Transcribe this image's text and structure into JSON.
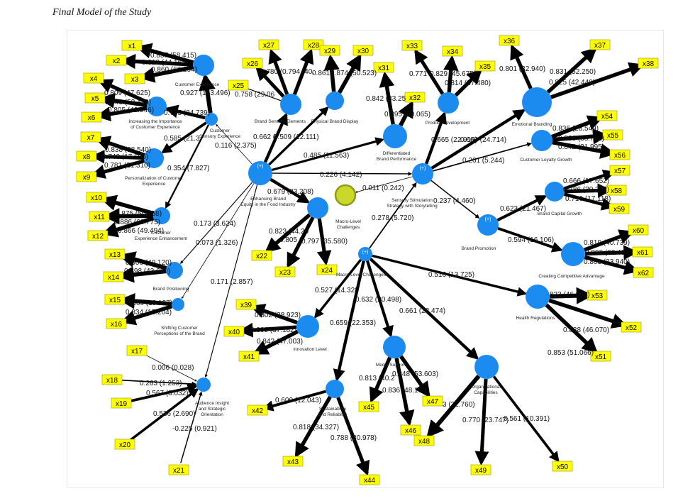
{
  "title": "Final Model of the Study",
  "colors": {
    "latent": "#1b8bf0",
    "indicator_box": "#ffff00",
    "macro_alt": "#c9d82a"
  },
  "latents": [
    {
      "id": "CE",
      "label": [
        "Customer Experience"
      ],
      "plus": false
    },
    {
      "id": "ICE",
      "label": [
        "Increasing the Importance",
        "of Customer Experience"
      ],
      "plus": false
    },
    {
      "id": "CSE",
      "label": [
        "Customer",
        "Sensory Experience"
      ],
      "plus": false
    },
    {
      "id": "PCE",
      "label": [
        "Personalization of Customer",
        "Experience"
      ],
      "plus": false
    },
    {
      "id": "CEE",
      "label": [
        "Customer",
        "Experience Enhancement"
      ],
      "plus": false
    },
    {
      "id": "BP",
      "label": [
        "Brand Positioning"
      ],
      "plus": false
    },
    {
      "id": "SCP",
      "label": [
        "Shifting Customer",
        "Perceptions of the Brand"
      ],
      "plus": false
    },
    {
      "id": "EBE",
      "label": [
        "Enhancing Brand",
        "Equity in the Food Industry"
      ],
      "plus": true
    },
    {
      "id": "BSE",
      "label": [
        "Brand Sensory Elements"
      ],
      "plus": false
    },
    {
      "id": "PD",
      "label": [
        "Physical Brand Display"
      ],
      "plus": false
    },
    {
      "id": "DBP",
      "label": [
        "Differentiated",
        "Brand Performance"
      ],
      "plus": false
    },
    {
      "id": "PDV",
      "label": [
        "Product Development"
      ],
      "plus": false
    },
    {
      "id": "SSS",
      "label": [
        "Sensory Stimulation",
        "Strategy with Storytelling"
      ],
      "plus": true
    },
    {
      "id": "EB",
      "label": [
        "Emotional Branding"
      ],
      "plus": false
    },
    {
      "id": "CLG",
      "label": [
        "Customer Loyalty Growth"
      ],
      "plus": false
    },
    {
      "id": "BCG",
      "label": [
        "Brand Capital Growth"
      ],
      "plus": false
    },
    {
      "id": "BPR",
      "label": [
        "Brand Promotion"
      ],
      "plus": true
    },
    {
      "id": "CCA",
      "label": [
        "Creating Competitive Advantage"
      ],
      "plus": false
    },
    {
      "id": "MLC1",
      "label": [
        "Macro-Level",
        "Challenges"
      ],
      "plus": false
    },
    {
      "id": "UNK",
      "label": [],
      "plus": false
    },
    {
      "id": "MLC",
      "label": [
        "Macro-Level Challenges"
      ],
      "plus": true
    },
    {
      "id": "HR",
      "label": [
        "Health Regulations"
      ],
      "plus": false
    },
    {
      "id": "IL",
      "label": [
        "Innovation Level"
      ],
      "plus": false
    },
    {
      "id": "MS",
      "label": [
        "Media Support"
      ],
      "plus": false
    },
    {
      "id": "OC",
      "label": [
        "Organizational",
        "Capabilities"
      ],
      "plus": false
    },
    {
      "id": "SR",
      "label": [
        "Sustainability",
        "and Reliability"
      ],
      "plus": false
    },
    {
      "id": "AIS",
      "label": [
        "Audience Insight",
        "and Strategic",
        "Orientation"
      ],
      "plus": false
    }
  ],
  "indicators": [
    {
      "id": "x1",
      "node": "CE",
      "coef": "0.857 (58.415)"
    },
    {
      "id": "x2",
      "node": "CE",
      "coef": "0.818 (44.167)"
    },
    {
      "id": "x3",
      "node": "CE",
      "coef": "0.860 (62.294)"
    },
    {
      "id": "x4",
      "node": "ICE",
      "coef": "0.809 (47.625)"
    },
    {
      "id": "x5",
      "node": "ICE",
      "coef": "0.848 (53.413)"
    },
    {
      "id": "x6",
      "node": "ICE",
      "coef": "0.805 (42.546)"
    },
    {
      "id": "x7",
      "node": "PCE",
      "coef": "0.838 (38.540)"
    },
    {
      "id": "x8",
      "node": "PCE",
      "coef": "0.743 (17.695)"
    },
    {
      "id": "x9",
      "node": "PCE",
      "coef": "0.781 (21.310)"
    },
    {
      "id": "x10",
      "node": "CEE",
      "coef": "0.875 (50.758)"
    },
    {
      "id": "x11",
      "node": "CEE",
      "coef": "0.886 (60.775)"
    },
    {
      "id": "x12",
      "node": "CEE",
      "coef": "0.866 (49.494)"
    },
    {
      "id": "x13",
      "node": "BP",
      "coef": "0.906 (49.120)"
    },
    {
      "id": "x14",
      "node": "BP",
      "coef": "0.898 (43.610)"
    },
    {
      "id": "x15",
      "node": "SCP",
      "coef": "0.869 (19.197)"
    },
    {
      "id": "x16",
      "node": "SCP",
      "coef": "0.834 (15.204)"
    },
    {
      "id": "x17",
      "node": "AIS",
      "coef": "0.006 (0.028)"
    },
    {
      "id": "x18",
      "node": "AIS",
      "coef": "0.263 (1.253)"
    },
    {
      "id": "x19",
      "node": "AIS",
      "coef": "0.567 (3.032)"
    },
    {
      "id": "x20",
      "node": "AIS",
      "coef": "0.536 (2.690)"
    },
    {
      "id": "x21",
      "node": "AIS",
      "coef": "-0.225 (0.921)"
    },
    {
      "id": "x22",
      "node": "UNK",
      "coef": "0.823 (44.29"
    },
    {
      "id": "x23",
      "node": "UNK",
      "coef": "0.805 ("
    },
    {
      "id": "x24",
      "node": "UNK",
      "coef": "0.797 (35.580)"
    },
    {
      "id": "x25",
      "node": "BSE",
      "coef": ""
    },
    {
      "id": "x26",
      "node": "BSE",
      "coef": "0.758 (29.06"
    },
    {
      "id": "x27",
      "node": "BSE",
      "coef": "0.780 ("
    },
    {
      "id": "x28",
      "node": "BSE",
      "coef": "0.794 (40."
    },
    {
      "id": "x29",
      "node": "PD",
      "coef": "0.861 ("
    },
    {
      "id": "x30",
      "node": "PD",
      "coef": "0.874 (50.523)"
    },
    {
      "id": "x31",
      "node": "DBP",
      "coef": "0.842 (33.25"
    },
    {
      "id": "x32",
      "node": "DBP",
      "coef": "0.895 (59.065)"
    },
    {
      "id": "x33",
      "node": "PDV",
      "coef": "0.771 ("
    },
    {
      "id": "x34",
      "node": "PDV",
      "coef": "0.829 (45.675)"
    },
    {
      "id": "x35",
      "node": "PDV",
      "coef": "0.814 (37.480)"
    },
    {
      "id": "x36",
      "node": "EB",
      "coef": "0.801 (32.940)"
    },
    {
      "id": "x37",
      "node": "EB",
      "coef": "0.831 (52.250)"
    },
    {
      "id": "x38",
      "node": "EB",
      "coef": "0.825 (42.440)"
    },
    {
      "id": "x39",
      "node": "IL",
      "coef": "0.802 (38.923)"
    },
    {
      "id": "x40",
      "node": "IL",
      "coef": "0.800 (37.182)"
    },
    {
      "id": "x41",
      "node": "IL",
      "coef": "0.842 (47.003)"
    },
    {
      "id": "x42",
      "node": "SR",
      "coef": "0.600 (12.043)"
    },
    {
      "id": "x43",
      "node": "SR",
      "coef": "0.818 (34.327)"
    },
    {
      "id": "x44",
      "node": "SR",
      "coef": "0.788 (30.978)"
    },
    {
      "id": "x45",
      "node": "MS",
      "coef": "0.813 (40.2"
    },
    {
      "id": "x46",
      "node": "MS",
      "coef": "0.836 (48.103"
    },
    {
      "id": "x47",
      "node": "MS",
      "coef": "0.848 (53.603)"
    },
    {
      "id": "x48",
      "node": "OC",
      "coef": "3 (32.760)"
    },
    {
      "id": "x49",
      "node": "OC",
      "coef": "0.770 (23.747)"
    },
    {
      "id": "x50",
      "node": "OC",
      "coef": "0.561 (10.391)"
    },
    {
      "id": "x51",
      "node": "HR",
      "coef": "0.853 (51.066)"
    },
    {
      "id": "x52",
      "node": "HR",
      "coef": "0.838 (46.070)"
    },
    {
      "id": "x53",
      "node": "HR",
      "coef": "823 (46.000)"
    },
    {
      "id": "x54",
      "node": "CLG",
      "coef": "0.836 (28.549)"
    },
    {
      "id": "x55",
      "node": "CLG",
      "coef": "0.866 (33.792)"
    },
    {
      "id": "x56",
      "node": "CLG",
      "coef": "0.842 (31.995)"
    },
    {
      "id": "x57",
      "node": "BCG",
      "coef": "0.666 (17.652)"
    },
    {
      "id": "x58",
      "node": "BCG",
      "coef": "0.786 (30.277)"
    },
    {
      "id": "x59",
      "node": "BCG",
      "coef": "0.716 (17.118)"
    },
    {
      "id": "x60",
      "node": "CCA",
      "coef": "0.819 (40.739)"
    },
    {
      "id": "x61",
      "node": "CCA",
      "coef": "0.802 (32.499)"
    },
    {
      "id": "x62",
      "node": "CCA",
      "coef": "0.803 (33.940)"
    }
  ],
  "paths": [
    {
      "from": "CSE",
      "to": "CE",
      "coef": "0.927 (163.496)"
    },
    {
      "from": "CSE",
      "to": "ICE",
      "coef": "0.735 (34.739)"
    },
    {
      "from": "CSE",
      "to": "PCE",
      "coef": "0.585 (21.3"
    },
    {
      "from": "CSE",
      "to": "CEE",
      "coef": "0.354 (7.827)"
    },
    {
      "from": "EBE",
      "to": "CSE",
      "coef": "0.116 (2.375)"
    },
    {
      "from": "EBE",
      "to": "BSE",
      "coef": "0.662 ("
    },
    {
      "from": "EBE",
      "to": "PD",
      "coef": "0.509 (12.111)"
    },
    {
      "from": "EBE",
      "to": "DBP",
      "coef": "0.485 (11.563)"
    },
    {
      "from": "EBE",
      "to": "SSS",
      "coef": "0.226 (4.142)"
    },
    {
      "from": "EBE",
      "to": "UNK",
      "coef": "0.679 (23.208)"
    },
    {
      "from": "EBE",
      "to": "BP",
      "coef": "0.173 (3.624)"
    },
    {
      "from": "EBE",
      "to": "SCP",
      "coef": "0.073 (1.326)"
    },
    {
      "from": "EBE",
      "to": "AIS",
      "coef": "0.171 (2.857)"
    },
    {
      "from": "SSS",
      "to": "PDV",
      "coef": "0.665 (22.916)"
    },
    {
      "from": "SSS",
      "to": "EB",
      "coef": "0.669 (24.714)"
    },
    {
      "from": "SSS",
      "to": "CLG",
      "coef": "0.261 (5.244)"
    },
    {
      "from": "SSS",
      "to": "BPR",
      "coef": "0.237 (4.460)"
    },
    {
      "from": "SSS",
      "to": "MLC1",
      "coef": "0.011 (0.242)"
    },
    {
      "from": "MLC",
      "to": "SSS",
      "coef": "0.278 (5.720)"
    },
    {
      "from": "BPR",
      "to": "BCG",
      "coef": "0.623 (21.467)"
    },
    {
      "from": "BPR",
      "to": "CCA",
      "coef": "0.594 (16.106)"
    },
    {
      "from": "MLC",
      "to": "HR",
      "coef": "0.516 (13.725)"
    },
    {
      "from": "MLC",
      "to": "IL",
      "coef": "0.527 (14.328"
    },
    {
      "from": "MLC",
      "to": "MS",
      "coef": "0.632 (20.498)"
    },
    {
      "from": "MLC",
      "to": "SR",
      "coef": "0.659 (22.353)"
    },
    {
      "from": "MLC",
      "to": "OC",
      "coef": "0.661 (22.474)"
    }
  ]
}
